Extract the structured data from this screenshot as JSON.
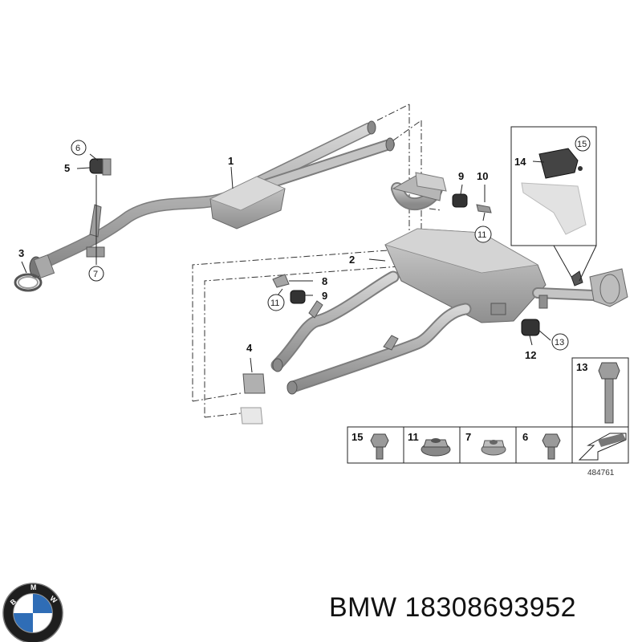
{
  "diagram": {
    "callouts": {
      "c1": "1",
      "c2": "2",
      "c3": "3",
      "c4": "4",
      "c5": "5",
      "c6": "6",
      "c7": "7",
      "c8": "8",
      "c9a": "9",
      "c9b": "9",
      "c10": "10",
      "c11a": "11",
      "c11b": "11",
      "c12": "12",
      "c13": "13",
      "c14": "14",
      "c15": "15"
    },
    "legend": {
      "items": [
        {
          "number": "15",
          "part": "hex-bolt"
        },
        {
          "number": "11",
          "part": "collar-nut"
        },
        {
          "number": "7",
          "part": "collar-nut"
        },
        {
          "number": "6",
          "part": "hex-bolt"
        }
      ],
      "long_bolt_number": "13",
      "reference_number": "484761"
    },
    "colors": {
      "metal": "#b8b8b8",
      "metal_dark": "#8d8d8d",
      "line": "#222222"
    }
  },
  "footer": {
    "brand": "BMW",
    "part_number": "18308693952",
    "text": "BMW 18308693952"
  }
}
